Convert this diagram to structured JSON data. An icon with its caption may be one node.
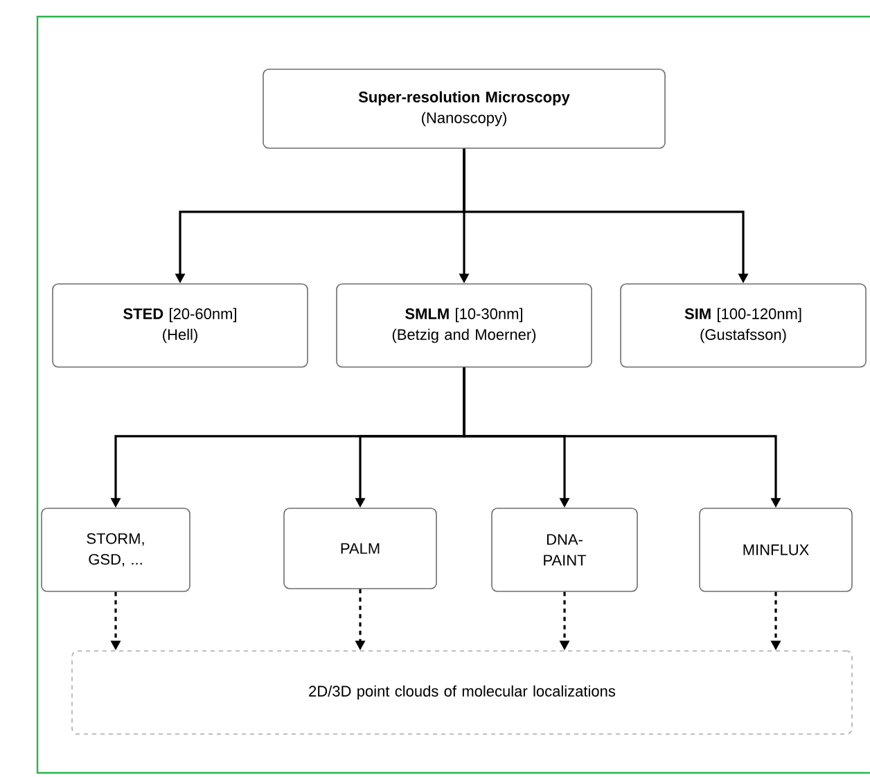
{
  "diagram": {
    "nodes": [
      {
        "text": [
          "Super-resolution Microscopy",
          "(Nanoscopy)"
        ]
      },
      {
        "text": [
          "**STED** [20-60nm]",
          "(Hell)"
        ]
      },
      {
        "text": [
          "**SMLM** [10-30nm]",
          "(Betzig and Moerner)"
        ]
      },
      {
        "text": [
          "**SIM** [100-120nm]",
          "(Gustafsson)"
        ]
      },
      {
        "text": [
          "STORM, GSD, ..."
        ]
      },
      {
        "text": [
          "PALM"
        ]
      },
      {
        "text": [
          "DNA-PAINT"
        ]
      },
      {
        "text": [
          "MINFLUX"
        ]
      },
      {
        "text": [
          "2D/3D point clouds of molecular localizations"
        ]
      }
    ],
    "edges": [
      {
        "from": 0,
        "to": 1,
        "arrow": "to"
      },
      {
        "from": 0,
        "to": 2,
        "arrow": "to"
      },
      {
        "from": 0,
        "to": 3,
        "arrow": "to"
      },
      {
        "from": 2,
        "to": 4,
        "arrow": "to"
      },
      {
        "from": 2,
        "to": 5,
        "arrow": "to"
      },
      {
        "from": 2,
        "to": 6,
        "arrow": "to"
      },
      {
        "from": 2,
        "to": 7,
        "arrow": "to"
      },
      {
        "from": 4,
        "to": 8,
        "arrow": "to",
        "style": "dashed"
      },
      {
        "from": 5,
        "to": 8,
        "arrow": "to",
        "style": "dashed"
      },
      {
        "from": 6,
        "to": 8,
        "arrow": "to",
        "style": "dashed"
      },
      {
        "from": 7,
        "to": 8,
        "arrow": "to",
        "style": "dashed"
      }
    ]
  }
}
